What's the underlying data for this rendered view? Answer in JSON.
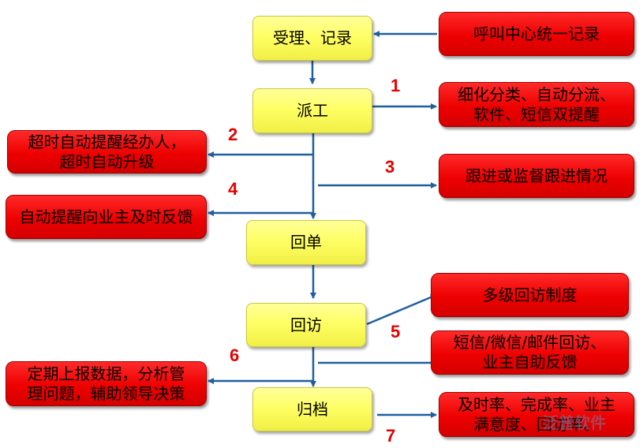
{
  "flow": {
    "accept": "受理、记录",
    "dispatch": "派工",
    "reply": "回单",
    "revisit": "回访",
    "archive": "归档"
  },
  "notes": {
    "callcenter": "呼叫中心统一记录",
    "classify": "细化分类、自动分流、\n软件、短信双提醒",
    "overtime": "超时自动提醒经办人，\n超时自动升级",
    "track": "跟进或监督跟进情况",
    "feedback": "自动提醒向业主及时反馈",
    "multilevel": "多级回访制度",
    "channels": "短信/微信/邮件回访、\n业主自助反馈",
    "report": "定期上报数据，分析管\n理问题，辅助领导决策",
    "rates": "及时率、完成率、业主\n满意度、回访率。"
  },
  "steps": [
    "1",
    "2",
    "3",
    "4",
    "5",
    "6",
    "7"
  ],
  "watermark": "泛普软件",
  "colors": {
    "arrow": "#1f5f9f",
    "flow_box": "#ffff66",
    "note_box": "#ee0000",
    "step_number": "#e60000"
  }
}
